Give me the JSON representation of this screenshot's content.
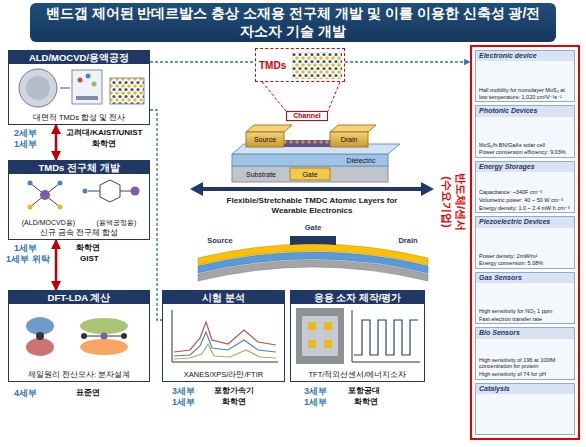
{
  "diagram": {
    "title": "밴드갭 제어된 반데르발스 층상 소재용 전구체 개발 및 이를 이용한 신축성 광/전자소자 기술 개발",
    "nodes": [
      {
        "text": [
          "ALD/MOCVD/용액공정",
          "대면적 TMDs 합성 및 전사"
        ]
      },
      {
        "text": [
          "TMDs 전구체 개발",
          "(ALD/MOCVD용)",
          "(용액공정용)",
          "신규 금속 전구체 합성"
        ]
      },
      {
        "text": [
          "DFT-LDA 계산",
          "제일원리 전산모사: 분자설계"
        ]
      },
      {
        "text": [
          "TMDs"
        ]
      },
      {
        "text": [
          "시험 분석",
          "XANES/XPS/라만/FTIR"
        ]
      },
      {
        "text": [
          "응용 소자 제작/평가",
          "TFT/적외선센서/에너지소자"
        ]
      },
      {
        "text": [
          "반도체/센서 (수요기업)"
        ]
      },
      {
        "text": [
          "Electronic device",
          "Hall mobility for monolayer MoS₂ at low temperature: 1,020 cm²V⁻¹s⁻¹"
        ],
        "in": 6
      },
      {
        "text": [
          "Photonic Devices",
          "MoS₂/h-BN/GaAs solar cell",
          "Power conversion efficiency: 9.03%"
        ],
        "in": 6
      },
      {
        "text": [
          "Energy Storages",
          "Capacitance: ~340F cm⁻³",
          "Volumetric power: 40 ~ 50 W cm⁻³",
          "Energy density: 1.0 ~ 2.4 mW h cm⁻³"
        ],
        "in": 6
      },
      {
        "text": [
          "Piezoelectric Devices",
          "Power density: 2mW/m²",
          "Energy conversion: 5.08%"
        ],
        "in": 6
      },
      {
        "text": [
          "Gas Sensors",
          "High sensitivity for NO₂ 1 ppm",
          "Fast electron transfer rate"
        ],
        "in": 6
      },
      {
        "text": [
          "Bio Sensors",
          "High sensitivity of 196 at 100fM concentration for protein",
          "High sensitivity of 74 for pH"
        ],
        "in": 6
      },
      {
        "text": [
          "Catalysis"
        ],
        "in": 6
      }
    ],
    "edges": [
      {
        "from": 0,
        "to": 1,
        "arrow": "both"
      },
      {
        "from": 1,
        "to": 2,
        "arrow": "both"
      },
      {
        "from": 0,
        "to": 3,
        "arrow": "none"
      },
      {
        "from": 3,
        "to": 6,
        "arrow": "to"
      },
      {
        "from": 0,
        "to": 4,
        "arrow": "none"
      }
    ],
    "labels": [
      "2세부",
      "1세부",
      "고려대/KAIST/UNIST",
      "화학연",
      "1세부",
      "1세부 위탁",
      "화학연",
      "GIST",
      "4세부",
      "표준연",
      "3세부",
      "1세부",
      "포항가속기",
      "화학연",
      "3세부",
      "1세부",
      "포항공대",
      "화학연",
      "Source",
      "Channel",
      "Drain",
      "Dielectric",
      "Gate",
      "Substrate",
      "Flexible/Stretchable TMDC Atomic Layers for Wearable Electronics",
      "Source",
      "Gate",
      "Drain"
    ]
  }
}
